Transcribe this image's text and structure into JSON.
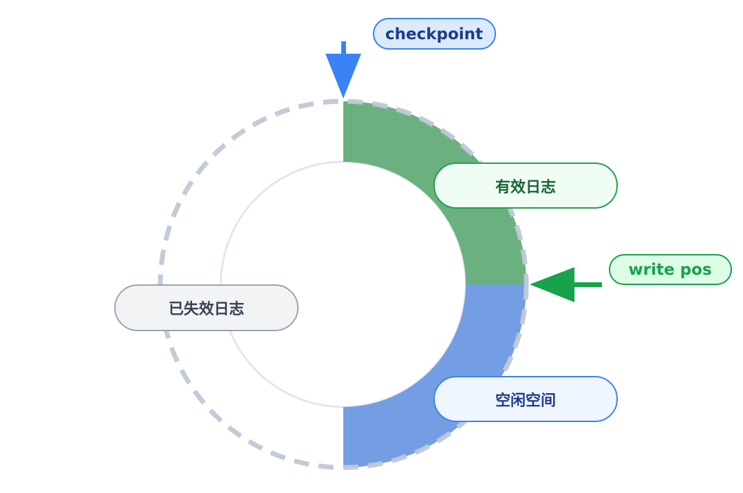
{
  "labels": {
    "checkpoint": "checkpoint",
    "write_pos": "write pos",
    "valid_log": "有效日志",
    "free_space": "空闲空间",
    "expired_log": "已失效日志"
  },
  "colors": {
    "valid": "#6ab17f",
    "free": "#749ee4",
    "dashed_ring": "#c0c8d6",
    "checkpoint_arrow": "#3b82f6",
    "write_arrow": "#16a34a"
  }
}
